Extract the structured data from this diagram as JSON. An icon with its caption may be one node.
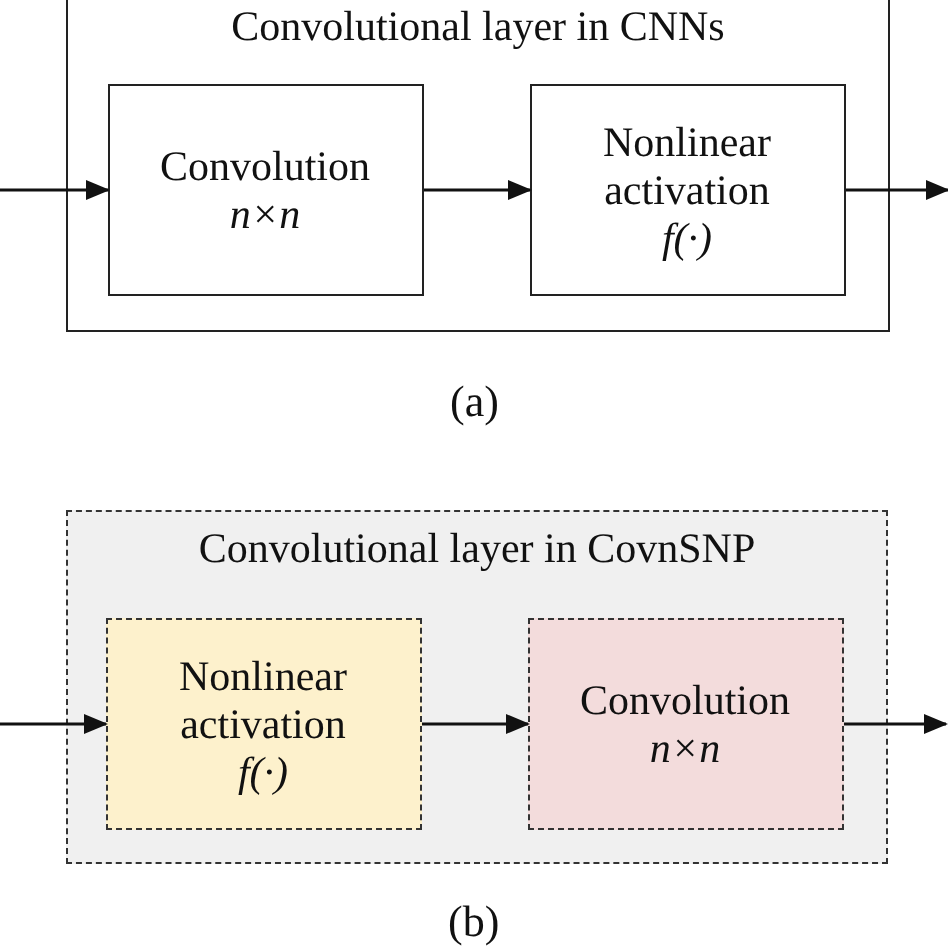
{
  "diagram": {
    "nodes": [
      {
        "text": [
          "Convolutional layer in CNNs"
        ]
      },
      {
        "text": [
          "Convolution",
          "n×n"
        ],
        "in": 0
      },
      {
        "text": [
          "Nonlinear activation",
          "f(·)"
        ],
        "in": 0
      },
      {
        "text": [
          "Convolutional layer in CovnSNP"
        ]
      },
      {
        "text": [
          "Nonlinear activation",
          "f(·)"
        ],
        "in": 3
      },
      {
        "text": [
          "Convolution",
          "n×n"
        ],
        "in": 3
      }
    ],
    "edges": [
      {
        "from": null,
        "to": 1,
        "arrow": "to"
      },
      {
        "from": 1,
        "to": 2,
        "arrow": "to"
      },
      {
        "from": 2,
        "to": null,
        "arrow": "to"
      },
      {
        "from": null,
        "to": 4,
        "arrow": "to"
      },
      {
        "from": 4,
        "to": 5,
        "arrow": "to"
      },
      {
        "from": 5,
        "to": null,
        "arrow": "to"
      }
    ],
    "labels": [
      "(a)",
      "(b)"
    ]
  }
}
